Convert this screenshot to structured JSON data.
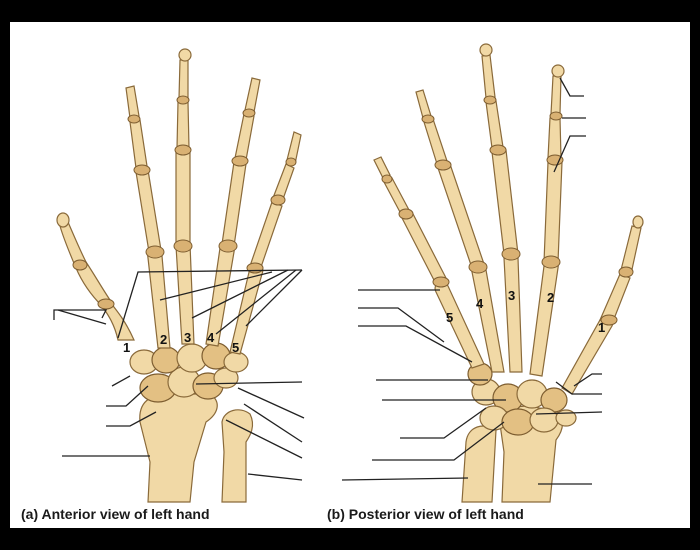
{
  "panels": [
    {
      "caption": "(a) Anterior view of left hand",
      "metacarpal_numbers": [
        "1",
        "2",
        "3",
        "4",
        "5"
      ]
    },
    {
      "caption": "(b) Posterior view of left hand",
      "metacarpal_numbers": [
        "5",
        "4",
        "3",
        "2",
        "1"
      ]
    }
  ],
  "colors": {
    "bone": "#f1d9a6",
    "bone_shadow": "#e3c083",
    "outline": "#8a6a3a",
    "leader": "#222222",
    "frame": "#000000"
  }
}
